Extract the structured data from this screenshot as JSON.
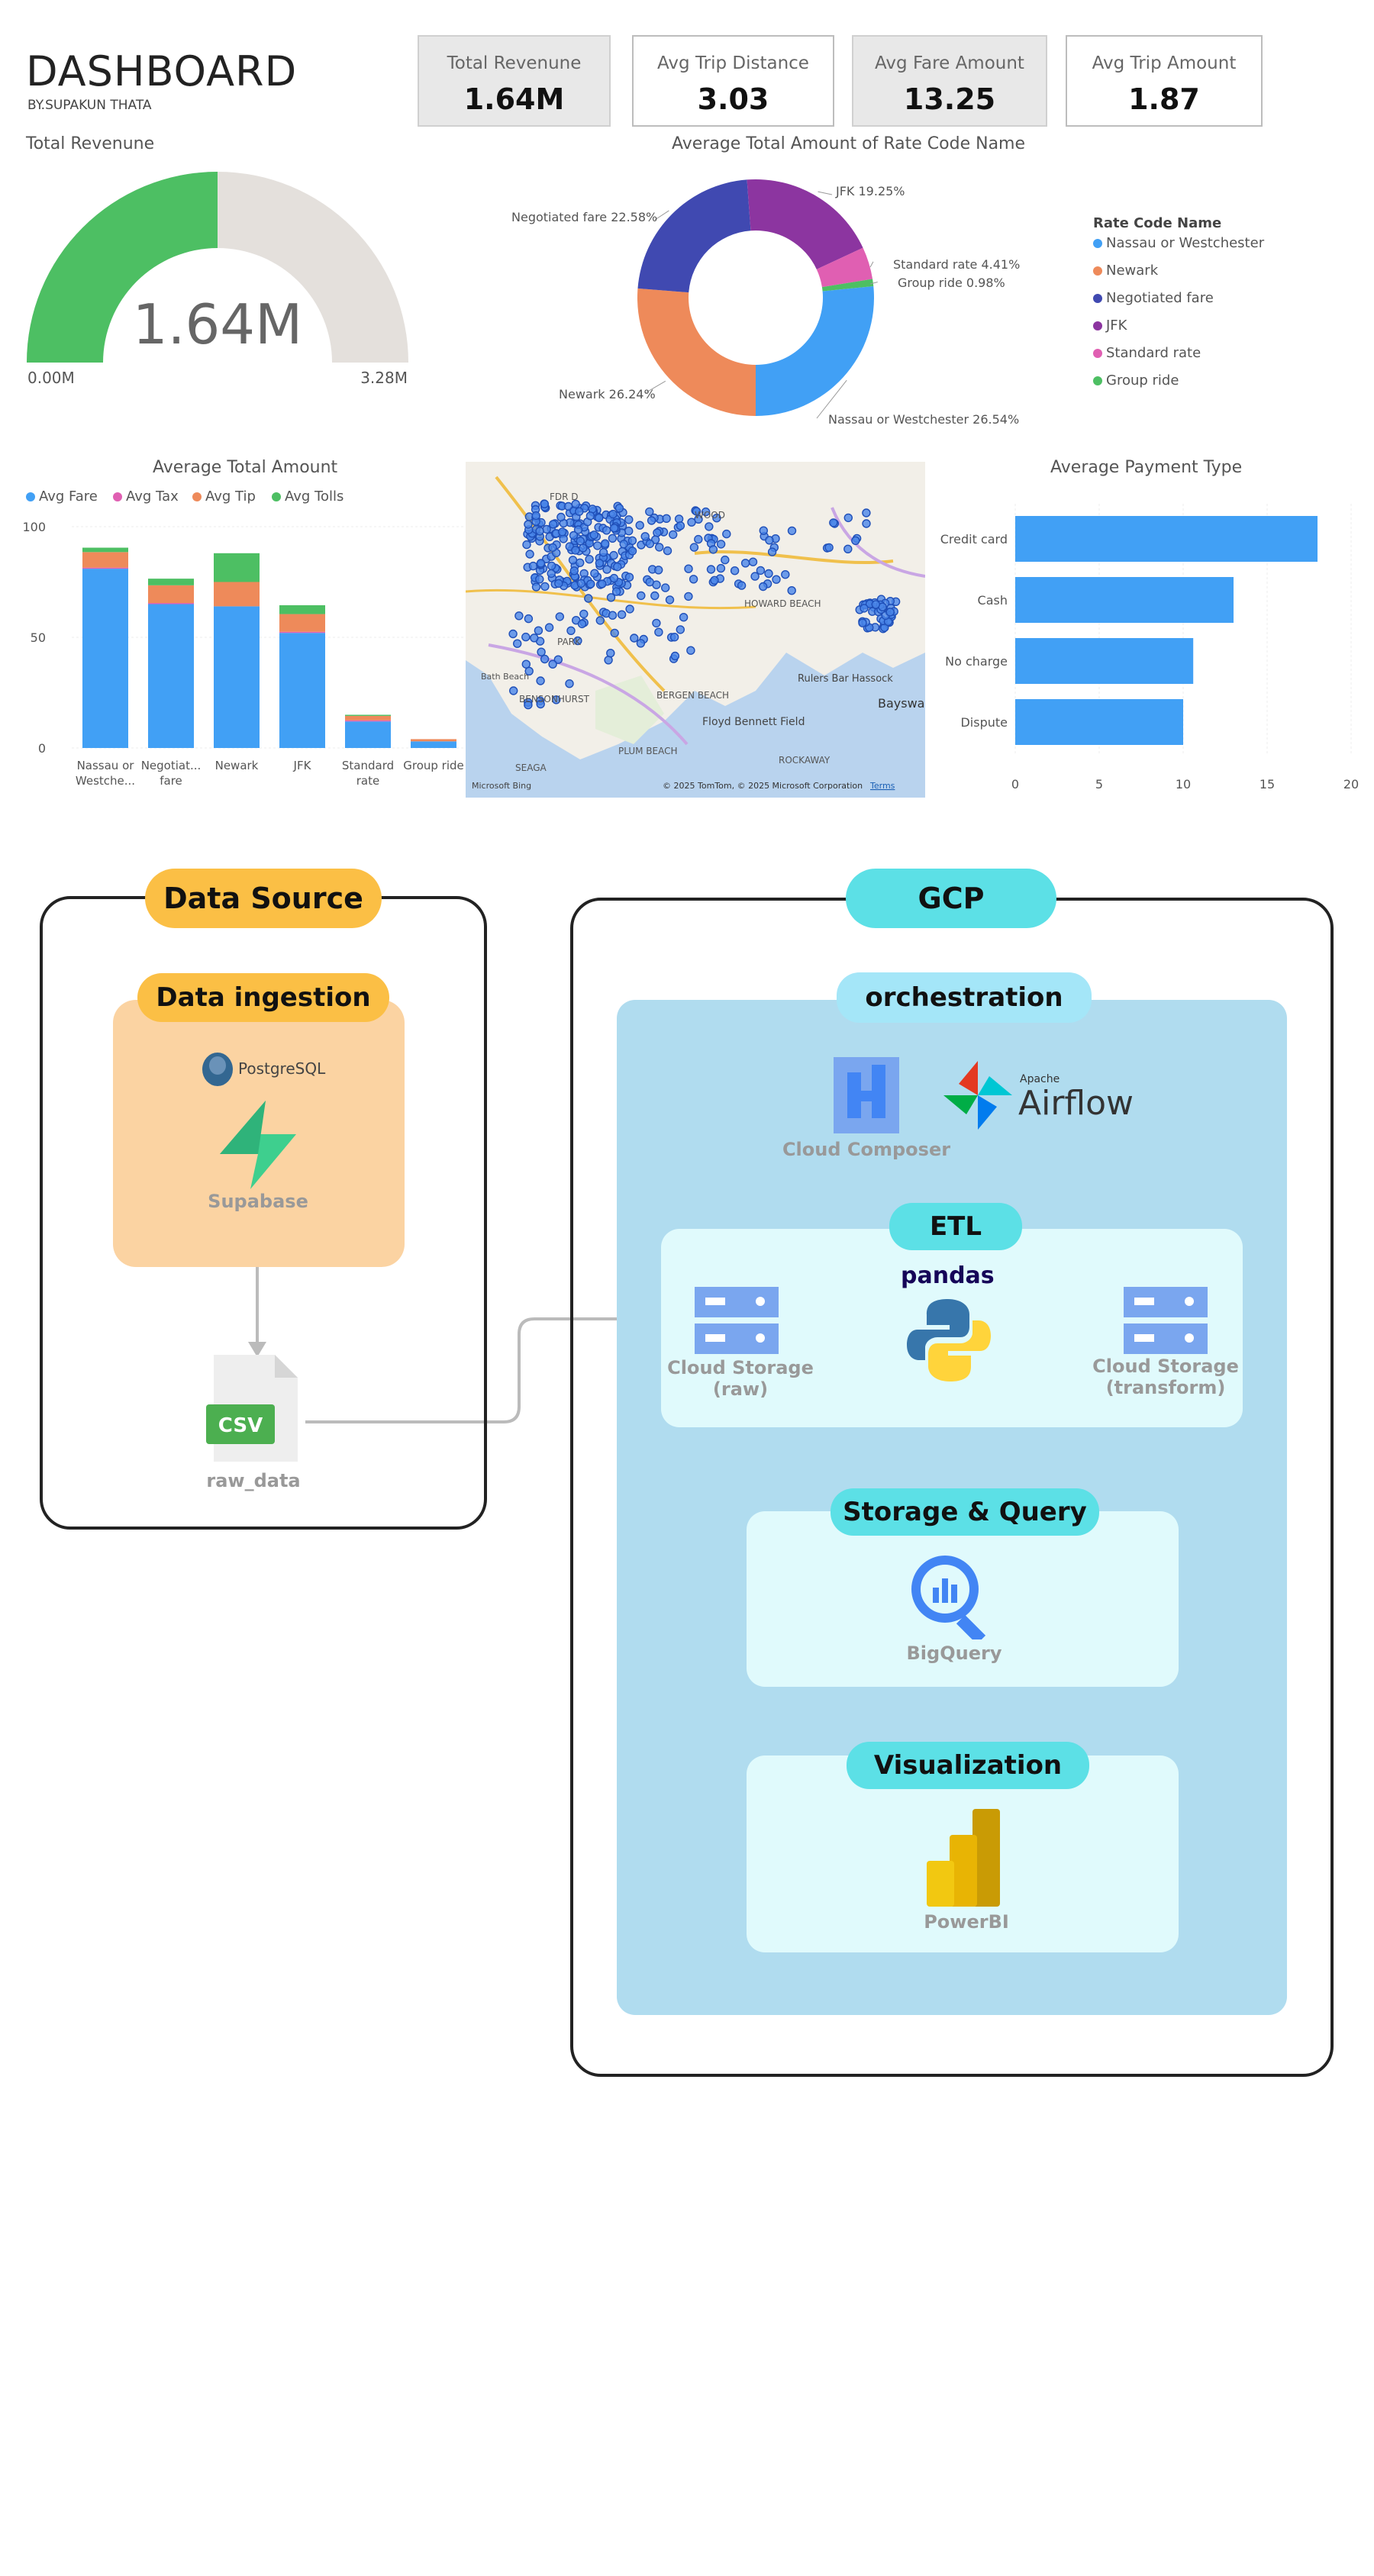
{
  "header": {
    "title": "DASHBOARD",
    "subtitle": "BY.SUPAKUN THATA"
  },
  "kpis": [
    {
      "label": "Total Revenune",
      "value": "1.64M"
    },
    {
      "label": "Avg Trip Distance",
      "value": "3.03"
    },
    {
      "label": "Avg Fare Amount",
      "value": "13.25"
    },
    {
      "label": "Avg Trip Amount",
      "value": "1.87"
    }
  ],
  "gauge": {
    "title": "Total Revenune",
    "value_label": "1.64M",
    "min_label": "0.00M",
    "max_label": "3.28M",
    "value": 1.64,
    "max": 3.28
  },
  "donut_title": "Average Total Amount of Rate Code Name",
  "legend_title": "Rate Code Name",
  "stacked_title": "Average Total Amount",
  "bar_title": "Average Payment Type",
  "colors": {
    "blue": "#41a0f5",
    "orange": "#ee8a5a",
    "navy": "#4049b1",
    "purple": "#8c35a0",
    "pink": "#e05fb2",
    "green": "#4dbf63",
    "gray": "#e4e0dc"
  },
  "chart_data": [
    {
      "type": "pie",
      "title": "Average Total Amount of Rate Code Name",
      "legend_title": "Rate Code Name",
      "slices": [
        {
          "name": "Nassau or Westchester",
          "value": 26.54,
          "label": "Nassau or Westchester 26.54%",
          "color": "#41a0f5"
        },
        {
          "name": "Newark",
          "value": 26.24,
          "label": "Newark 26.24%",
          "color": "#ee8a5a"
        },
        {
          "name": "Negotiated fare",
          "value": 22.58,
          "label": "Negotiated fare 22.58%",
          "color": "#4049b1"
        },
        {
          "name": "JFK",
          "value": 19.25,
          "label": "JFK 19.25%",
          "color": "#8c35a0"
        },
        {
          "name": "Standard rate",
          "value": 4.41,
          "label": "Standard rate 4.41%",
          "color": "#e05fb2"
        },
        {
          "name": "Group ride",
          "value": 0.98,
          "label": "Group ride 0.98%",
          "color": "#4dbf63"
        }
      ]
    },
    {
      "type": "bar",
      "title": "Average Total Amount",
      "categories": [
        "Nassau or Westche...",
        "Negotiat... fare",
        "Newark",
        "JFK",
        "Standard rate",
        "Group ride"
      ],
      "category_lines": [
        [
          "Nassau or",
          "Westche..."
        ],
        [
          "Negotiat...",
          "fare"
        ],
        [
          "Newark"
        ],
        [
          "JFK"
        ],
        [
          "Standard",
          "rate"
        ],
        [
          "Group ride"
        ]
      ],
      "series": [
        {
          "name": "Avg Fare",
          "color": "#41a0f5",
          "values": [
            81,
            65,
            64,
            52,
            12,
            3
          ]
        },
        {
          "name": "Avg Tax",
          "color": "#e05fb2",
          "values": [
            0.5,
            0.5,
            0,
            0.5,
            0.5,
            0
          ]
        },
        {
          "name": "Avg Tip",
          "color": "#ee8a5a",
          "values": [
            7,
            8,
            11,
            8,
            2,
            1
          ]
        },
        {
          "name": "Avg Tolls",
          "color": "#4dbf63",
          "values": [
            2,
            3,
            13,
            4,
            0.5,
            0
          ]
        }
      ],
      "yticks": [
        "0",
        "50",
        "100"
      ],
      "ylim": [
        0,
        100
      ]
    },
    {
      "type": "bar",
      "orientation": "horizontal",
      "title": "Average Payment Type",
      "categories": [
        "Credit card",
        "Cash",
        "No charge",
        "Dispute"
      ],
      "values": [
        18,
        13,
        10.6,
        10
      ],
      "color": "#41a0f5",
      "xticks": [
        "0",
        "5",
        "10",
        "15",
        "20"
      ],
      "xlim": [
        0,
        20
      ]
    }
  ],
  "map": {
    "labels": [
      "FDR D",
      "WOOD",
      "HOWARD BEACH",
      "PARK",
      "BENSONHURST",
      "BERGEN BEACH",
      "Rulers Bar Hassock",
      "Floyd Bennett Field",
      "Bayswa",
      "PLUM BEACH",
      "ROCKAWAY",
      "SEAGA",
      "Bath Beach"
    ],
    "attribution": "© 2025 TomTom, © 2025 Microsoft Corporation",
    "terms": "Terms",
    "provider": "Microsoft Bing"
  },
  "arch": {
    "data_source": "Data Source",
    "gcp": "GCP",
    "ingestion": "Data ingestion",
    "postgres": "PostgreSQL",
    "supabase": "Supabase",
    "csv": "CSV",
    "raw_data": "raw_data",
    "orchestration": "orchestration",
    "cloud_composer": "Cloud Composer",
    "apache": "Apache",
    "airflow": "Airflow",
    "etl": "ETL",
    "pandas": "pandas",
    "cs_raw_1": "Cloud Storage",
    "cs_raw_2": "(raw)",
    "cs_tr_1": "Cloud Storage",
    "cs_tr_2": "(transform)",
    "storage_query": "Storage & Query",
    "bigquery": "BigQuery",
    "visualization": "Visualization",
    "powerbi": "PowerBI"
  }
}
